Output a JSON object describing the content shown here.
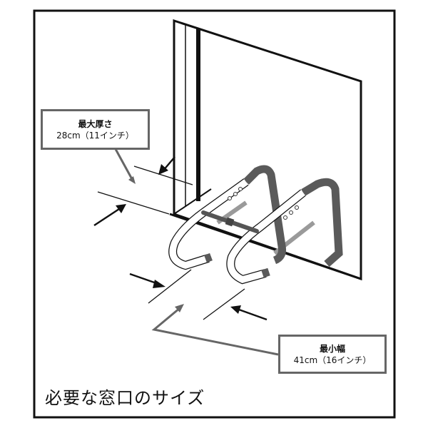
{
  "caption": "必要な窓口のサイズ",
  "thickness_callout": {
    "title": "最大厚さ",
    "value": "28cm（11インチ）"
  },
  "width_callout": {
    "title": "最小幅",
    "value": "41cm（16インチ）"
  },
  "colors": {
    "frame": "#111111",
    "callout_border": "#666666",
    "ladder_dark": "#5a5a5a",
    "ladder_shadow": "#9a9a9a",
    "strap": "#555555"
  },
  "icons": [
    "arrow-icon",
    "escape-ladder-hook-icon",
    "window-illustration"
  ]
}
